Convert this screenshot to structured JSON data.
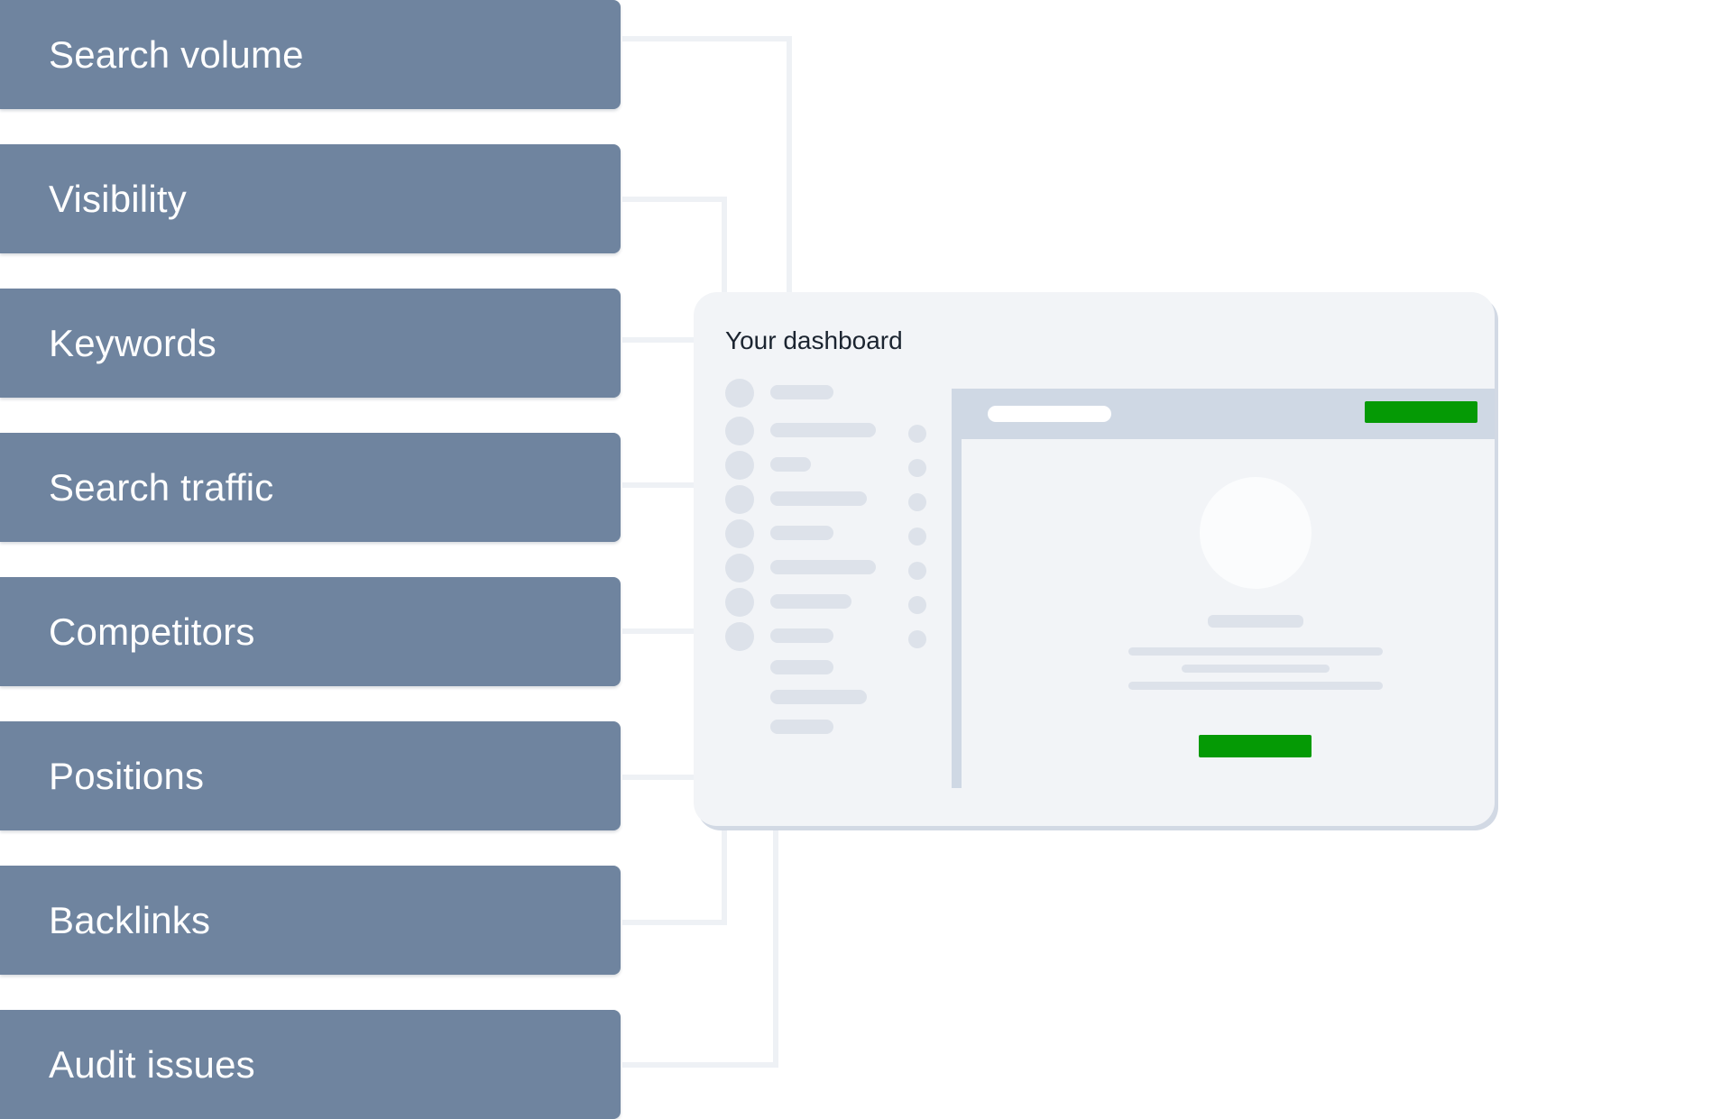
{
  "metrics": [
    {
      "label": "Search volume"
    },
    {
      "label": "Visibility"
    },
    {
      "label": "Keywords"
    },
    {
      "label": "Search traffic"
    },
    {
      "label": "Competitors"
    },
    {
      "label": "Positions"
    },
    {
      "label": "Backlinks"
    },
    {
      "label": "Audit issues"
    }
  ],
  "dashboard": {
    "title": "Your dashboard"
  },
  "colors": {
    "metric_box": "#6f849f",
    "metric_text": "#ffffff",
    "connector": "#eef1f5",
    "dashboard_bg": "#f2f4f7",
    "dashboard_shadow": "#d2d9e4",
    "skeleton": "#dde2ea",
    "panel_header": "#cfd8e4",
    "accent_green": "#059a05"
  }
}
